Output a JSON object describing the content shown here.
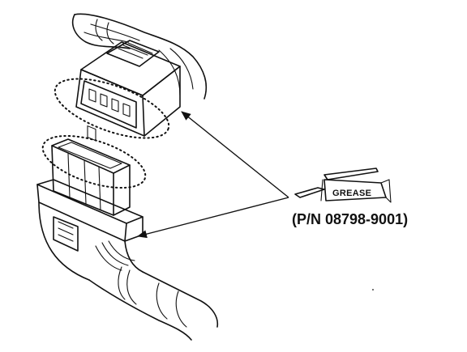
{
  "figure": {
    "grease_tube_label": "GREASE",
    "part_number": "(P/N 08798-9001)"
  },
  "palette": {
    "ink": "#111111",
    "background": "#ffffff"
  },
  "icons": [
    "connector-plug-drawing",
    "connector-socket-drawing",
    "grease-tube-icon"
  ]
}
